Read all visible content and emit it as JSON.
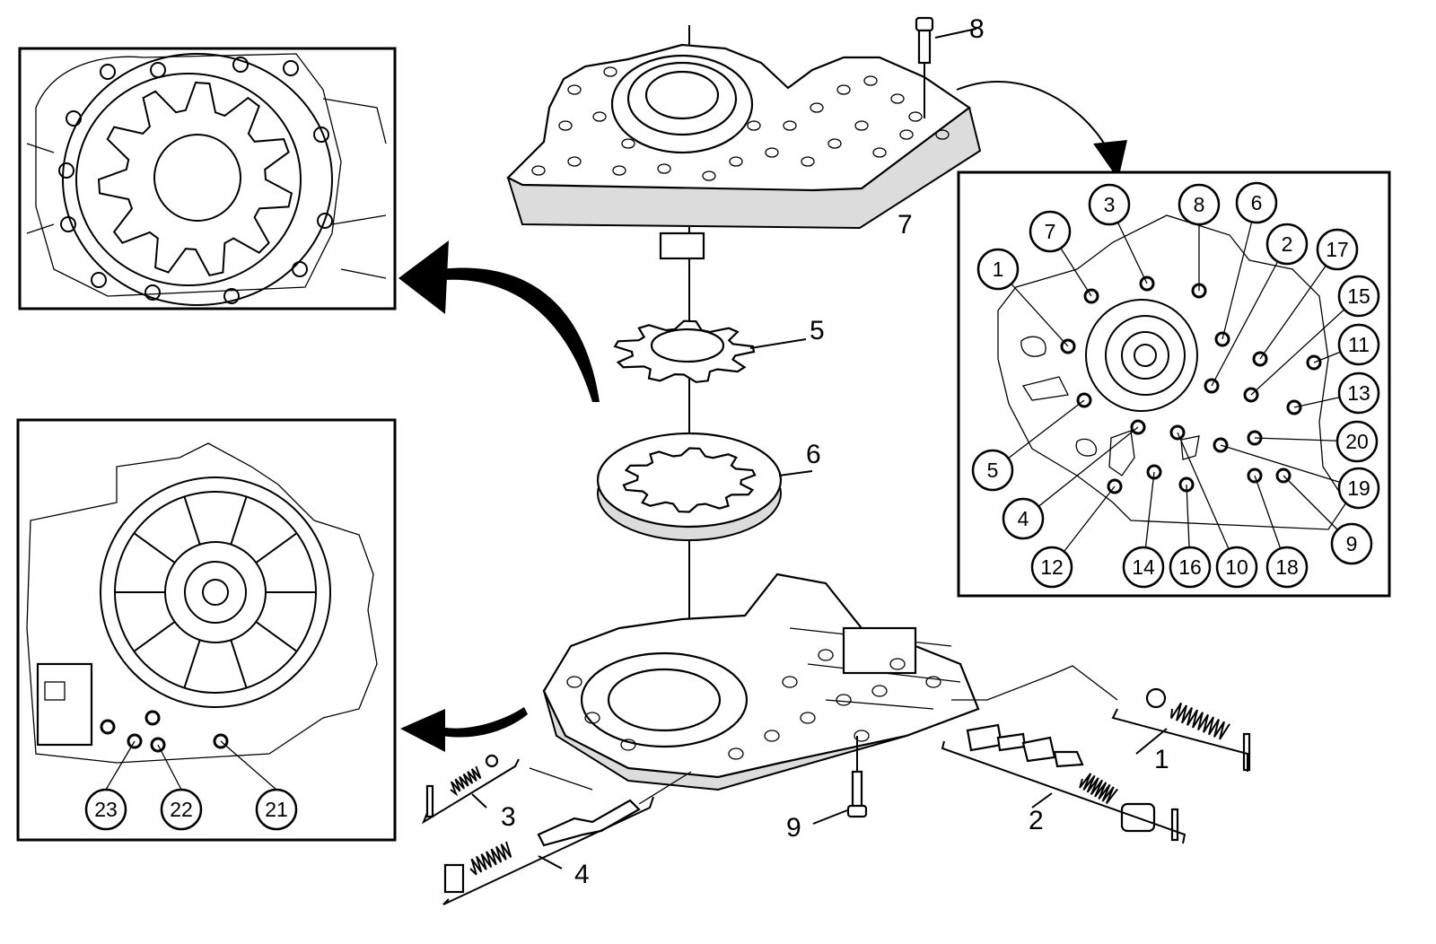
{
  "exploded_labels": [
    "1",
    "2",
    "3",
    "4",
    "5",
    "6",
    "7",
    "8",
    "9"
  ],
  "bolt_callouts": [
    "1",
    "2",
    "3",
    "4",
    "5",
    "6",
    "7",
    "8",
    "9",
    "10",
    "11",
    "12",
    "13",
    "14",
    "15",
    "16",
    "17",
    "18",
    "19",
    "20"
  ],
  "lower_callouts": [
    "21",
    "22",
    "23"
  ]
}
